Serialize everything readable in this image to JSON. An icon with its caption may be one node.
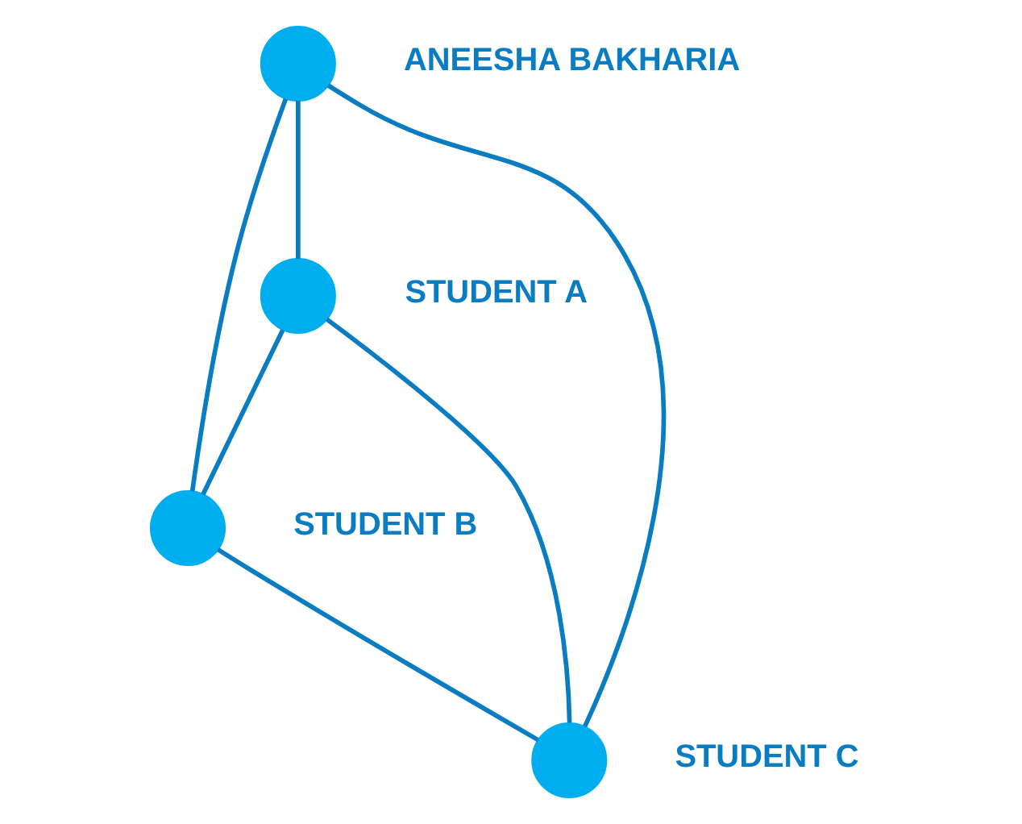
{
  "diagram": {
    "nodes": [
      {
        "text": [],
        "shape": "circle",
        "beside": [
          "STUDENT A"
        ]
      },
      {
        "text": [],
        "shape": "circle",
        "beside": [
          "ANEESHA BAKHARIA"
        ]
      },
      {
        "text": [],
        "shape": "circle",
        "beside": [
          "STUDENT B"
        ]
      },
      {
        "text": [],
        "shape": "circle",
        "beside": [
          "STUDENT C"
        ]
      }
    ],
    "edges": [
      {
        "from": 1,
        "to": 0,
        "arrow": "none"
      },
      {
        "from": 1,
        "to": 2,
        "arrow": "none"
      },
      {
        "from": 1,
        "to": 3,
        "arrow": "none"
      },
      {
        "from": 0,
        "to": 2,
        "arrow": "none"
      },
      {
        "from": 0,
        "to": 3,
        "arrow": "none"
      },
      {
        "from": 2,
        "to": 3,
        "arrow": "none"
      }
    ]
  }
}
